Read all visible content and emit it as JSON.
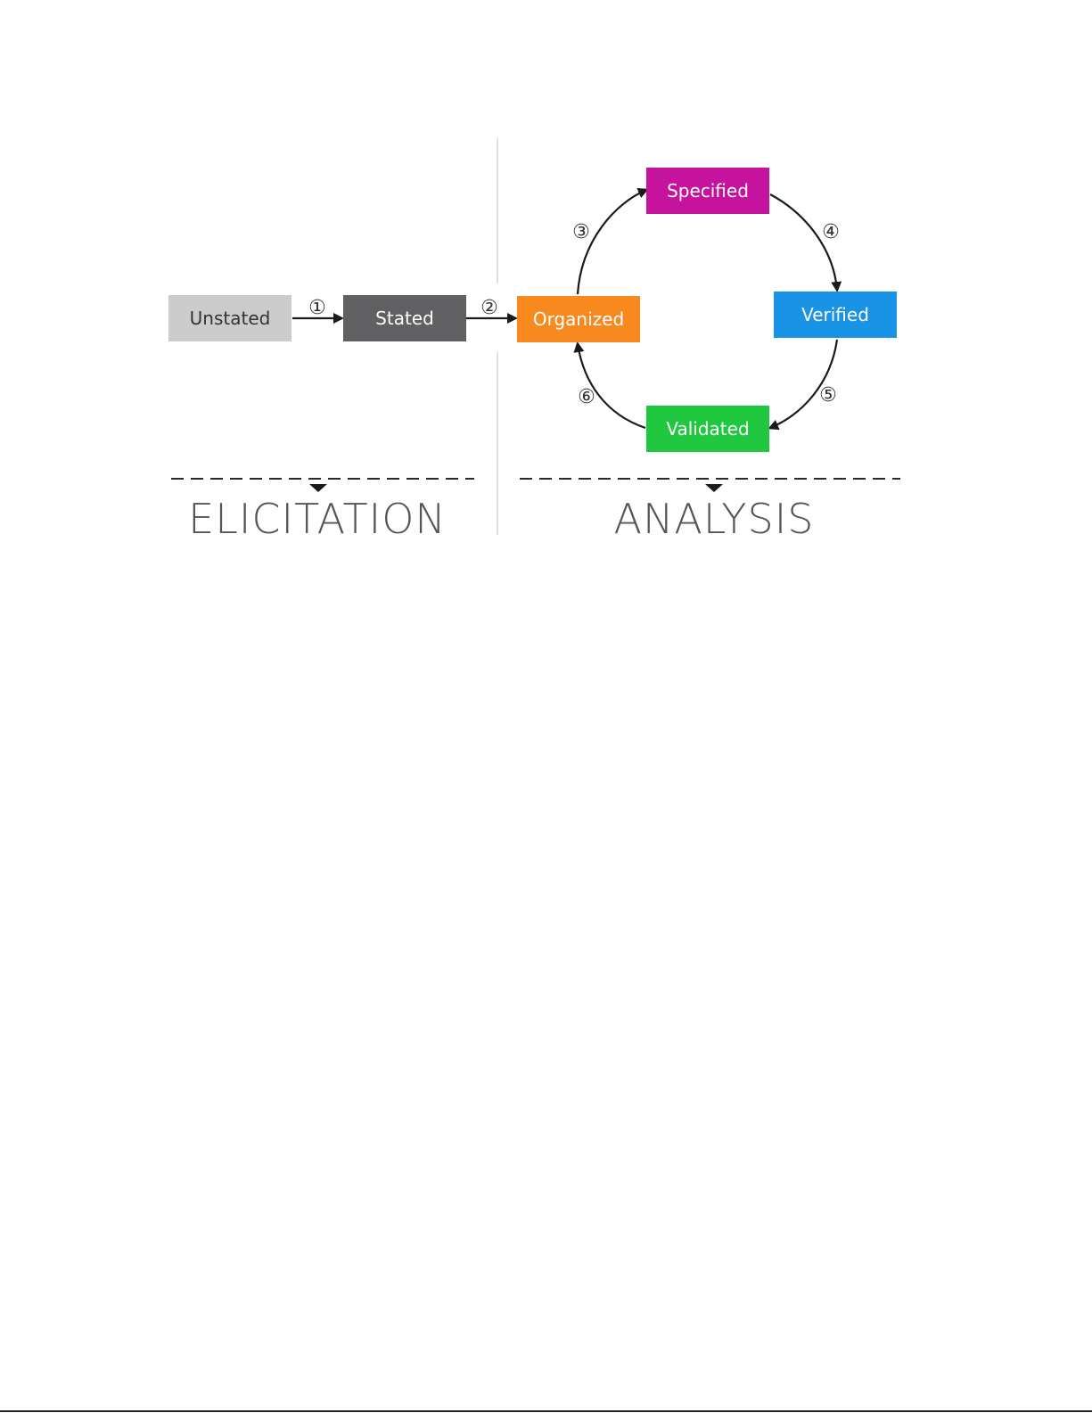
{
  "diagram": {
    "nodes": {
      "unstated": {
        "label": "Unstated",
        "color": "#cccccc"
      },
      "stated": {
        "label": "Stated",
        "color": "#606062"
      },
      "organized": {
        "label": "Organized",
        "color": "#f7891e"
      },
      "specified": {
        "label": "Specified",
        "color": "#c5139e"
      },
      "verified": {
        "label": "Verified",
        "color": "#1893e6"
      },
      "validated": {
        "label": "Validated",
        "color": "#1fc83e"
      }
    },
    "steps": [
      "①",
      "②",
      "③",
      "④",
      "⑤",
      "⑥"
    ],
    "sections": {
      "elicitation": "ELICITATION",
      "analysis": "ANALYSIS"
    }
  }
}
